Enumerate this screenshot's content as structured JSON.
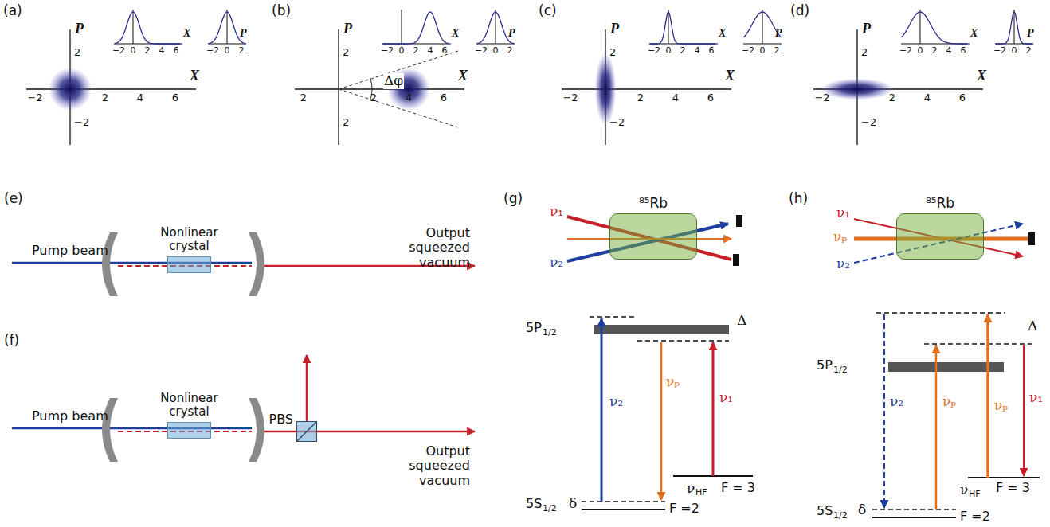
{
  "diagram": {
    "nodes": [
      {
        "text": [
          "Nonlinear crystal"
        ]
      },
      {
        "text": [
          "Nonlinear crystal"
        ]
      },
      {
        "text": [
          "PBS"
        ]
      },
      {
        "text": [
          "⁸⁵Rb"
        ]
      },
      {
        "text": [
          "⁸⁵Rb"
        ]
      }
    ],
    "labels": [
      "(a)",
      "P",
      "2",
      "−2",
      "X",
      "−2",
      "2",
      "4",
      "6",
      "X",
      "−2",
      "0",
      "2",
      "4",
      "6",
      "P",
      "−2",
      "0",
      "2",
      "(b)",
      "P",
      "2",
      "2",
      "X",
      "2",
      "2",
      "4",
      "6",
      "X",
      "−2",
      "0",
      "2",
      "4",
      "6",
      "P",
      "−2",
      "0",
      "2",
      "Δφ",
      "(c)",
      "P",
      "2",
      "−2",
      "X",
      "−2",
      "2",
      "4",
      "6",
      "X",
      "−2",
      "0",
      "2",
      "4",
      "6",
      "P",
      "−2",
      "0",
      "2",
      "(d)",
      "P",
      "2",
      "−2",
      "X",
      "−2",
      "2",
      "4",
      "6",
      "X",
      "−2",
      "0",
      "2",
      "4",
      "6",
      "P",
      "−2",
      "0",
      "2",
      "(e)",
      "Pump beam",
      "Output squeezed vacuum",
      "(f)",
      "Pump beam",
      "Output squeezed vacuum",
      "(g)",
      "ν₁",
      "ν₂",
      "5P",
      "1/2",
      "Δ",
      "5S",
      "1/2",
      "δ",
      "F = 3",
      "ν",
      "HF",
      "F =2",
      "ν₂",
      "νₚ",
      "ν₁",
      "(h)",
      "ν₁",
      "νₚ",
      "ν₂",
      "5P",
      "1/2",
      "Δ",
      "5S",
      "1/2",
      "δ",
      "F = 3",
      "ν",
      "HF",
      "F =2",
      "ν₂",
      "νₚ",
      "νₚ",
      "ν₁"
    ]
  }
}
